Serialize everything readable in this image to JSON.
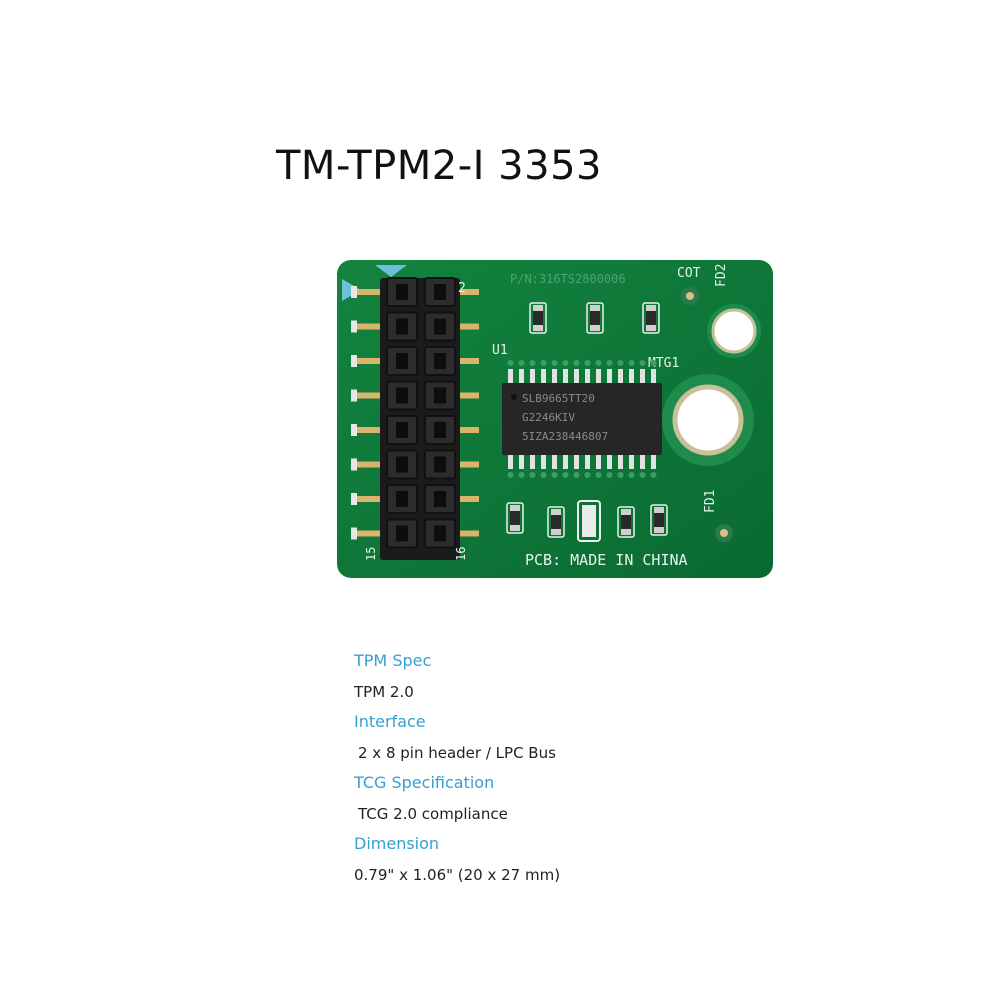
{
  "product": {
    "title": "TM-TPM2-I 3353"
  },
  "board": {
    "silk_part_number": "P/N:316TS2800006",
    "silk_cot": "COT",
    "silk_fd2": "FD2",
    "silk_fd1": "FD1",
    "silk_u1": "U1",
    "silk_mtg1": "MTG1",
    "silk_pin2": "2",
    "silk_pin15": "15",
    "silk_pin16": "16",
    "silk_made_in": "PCB: MADE IN CHINA",
    "chip_line1": "SLB9665TT20",
    "chip_line2": "G2246KIV",
    "chip_line3": "5IZA238446807",
    "colors": {
      "pcb": "#0e7a3a",
      "silk": "#e8f2ea",
      "header": "#1b1b1b",
      "gold": "#d9b46a",
      "chip": "#262626"
    }
  },
  "specs": [
    {
      "label": "TPM Spec",
      "value": "TPM 2.0"
    },
    {
      "label": "Interface",
      "value": "2 x 8 pin header / LPC Bus"
    },
    {
      "label": "TCG Specification",
      "value": "TCG 2.0 compliance"
    },
    {
      "label": "Dimension",
      "value": "0.79\" x 1.06\" (20 x 27 mm)"
    }
  ]
}
